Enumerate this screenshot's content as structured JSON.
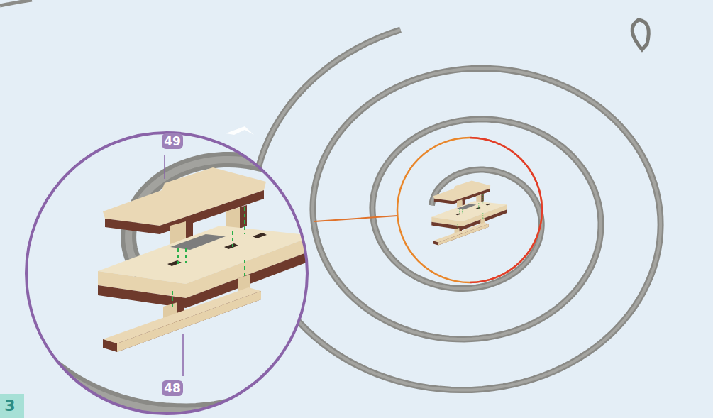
{
  "diagram": {
    "labels": [
      "49",
      "48",
      "3"
    ]
  }
}
